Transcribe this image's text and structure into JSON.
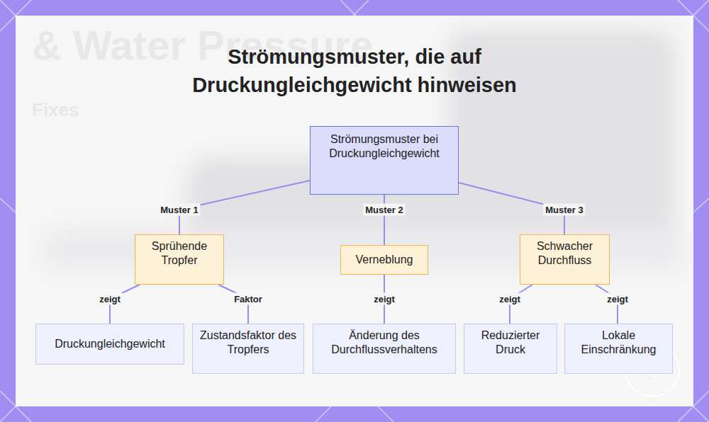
{
  "diagram": {
    "title": "Strömungsmuster, die auf Druckungleichgewicht hinweisen",
    "nodes": [
      {
        "text": [
          "Strömungsmuster bei Druckungleichgewicht"
        ]
      },
      {
        "text": [
          "Sprühende Tropfer"
        ]
      },
      {
        "text": [
          "Verneblung"
        ]
      },
      {
        "text": [
          "Schwacher Durchfluss"
        ]
      },
      {
        "text": [
          "Druckungleichgewicht"
        ]
      },
      {
        "text": [
          "Zustandsfaktor des Tropfers"
        ]
      },
      {
        "text": [
          "Änderung des Durchflussverhaltens"
        ]
      },
      {
        "text": [
          "Reduzierter Druck"
        ]
      },
      {
        "text": [
          "Lokale Einschränkung"
        ]
      }
    ],
    "edges": [
      {
        "from": 0,
        "to": 1,
        "arrow": "none",
        "label": "Muster 1"
      },
      {
        "from": 0,
        "to": 2,
        "arrow": "none",
        "label": "Muster 2"
      },
      {
        "from": 0,
        "to": 3,
        "arrow": "none",
        "label": "Muster 3"
      },
      {
        "from": 1,
        "to": 4,
        "arrow": "none",
        "label": "zeigt"
      },
      {
        "from": 1,
        "to": 5,
        "arrow": "none",
        "label": "Faktor"
      },
      {
        "from": 2,
        "to": 6,
        "arrow": "none",
        "label": "zeigt"
      },
      {
        "from": 3,
        "to": 7,
        "arrow": "none",
        "label": "zeigt"
      },
      {
        "from": 3,
        "to": 8,
        "arrow": "none",
        "label": "zeigt"
      }
    ],
    "labels": [
      "& Water Pressure",
      "Fixes"
    ]
  }
}
